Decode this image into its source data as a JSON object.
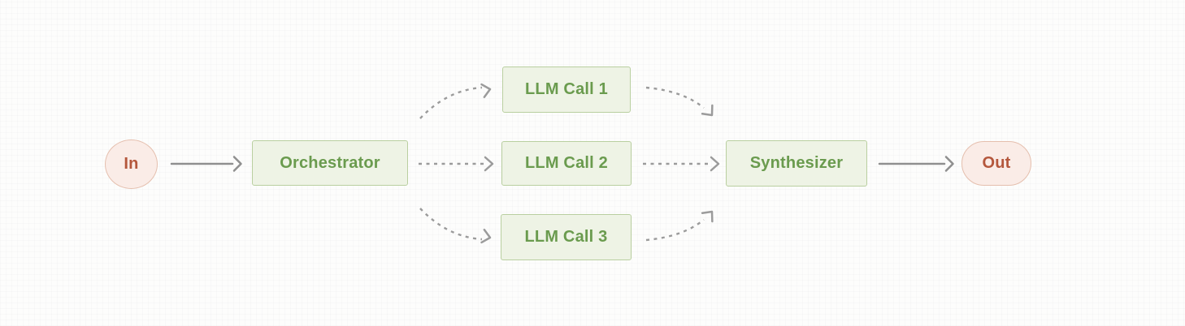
{
  "diagram": {
    "pattern_name": "orchestrator-workers-flow",
    "nodes": {
      "in": {
        "label": "In",
        "shape": "ellipse",
        "color_role": "pink"
      },
      "orchestrator": {
        "label": "Orchestrator",
        "shape": "rect",
        "color_role": "green"
      },
      "llm_call_1": {
        "label": "LLM Call 1",
        "shape": "rect",
        "color_role": "green"
      },
      "llm_call_2": {
        "label": "LLM Call 2",
        "shape": "rect",
        "color_role": "green"
      },
      "llm_call_3": {
        "label": "LLM Call 3",
        "shape": "rect",
        "color_role": "green"
      },
      "synthesizer": {
        "label": "Synthesizer",
        "shape": "rect",
        "color_role": "green"
      },
      "out": {
        "label": "Out",
        "shape": "pill",
        "color_role": "pink"
      }
    },
    "edges": [
      {
        "from": "in",
        "to": "orchestrator",
        "style": "solid"
      },
      {
        "from": "orchestrator",
        "to": "llm_call_1",
        "style": "dashed"
      },
      {
        "from": "orchestrator",
        "to": "llm_call_2",
        "style": "dashed"
      },
      {
        "from": "orchestrator",
        "to": "llm_call_3",
        "style": "dashed"
      },
      {
        "from": "llm_call_1",
        "to": "synthesizer",
        "style": "dashed"
      },
      {
        "from": "llm_call_2",
        "to": "synthesizer",
        "style": "dashed"
      },
      {
        "from": "llm_call_3",
        "to": "synthesizer",
        "style": "dashed"
      },
      {
        "from": "synthesizer",
        "to": "out",
        "style": "solid"
      }
    ],
    "colors": {
      "green_node_fill": "#eef3e5",
      "green_node_border": "#b9cfa0",
      "green_node_text": "#6a9b4e",
      "pink_node_fill": "#faece7",
      "pink_node_border": "#e5bfae",
      "pink_node_text": "#b4573c",
      "solid_arrow": "#8f8f8f",
      "dashed_arrow": "#9b9b9b",
      "background": "#fdfdfc"
    }
  }
}
